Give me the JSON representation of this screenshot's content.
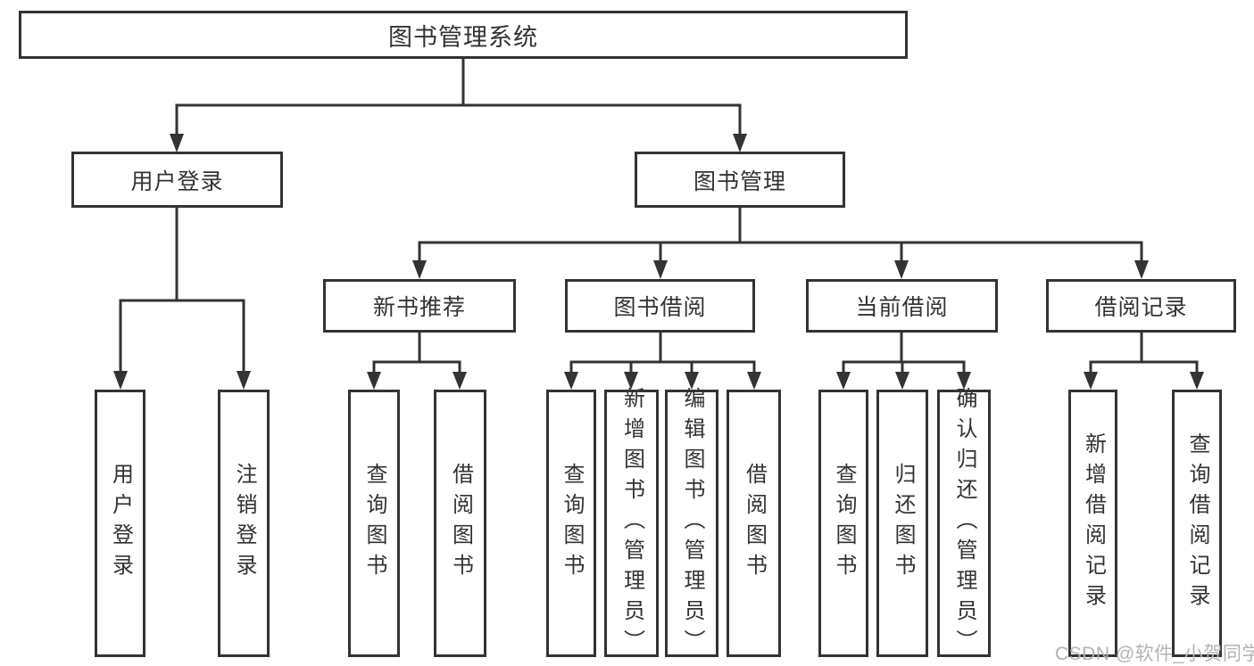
{
  "title": "图书管理系统",
  "watermark": "CSDN @软件_小贺同学",
  "colors": {
    "line": "#333333",
    "box_border": "#333333",
    "text": "#333333",
    "background": "#ffffff",
    "watermark": "#b3b3b3"
  },
  "tree": {
    "root": "图书管理系统",
    "branches": [
      {
        "label": "用户登录",
        "children": [
          "用户登录",
          "注销登录"
        ]
      },
      {
        "label": "图书管理",
        "children": [
          {
            "label": "新书推荐",
            "children": [
              "查询图书",
              "借阅图书"
            ]
          },
          {
            "label": "图书借阅",
            "children": [
              "查询图书",
              "新增图书（管理员）",
              "编辑图书（管理员）",
              "借阅图书"
            ]
          },
          {
            "label": "当前借阅",
            "children": [
              "查询图书",
              "归还图书",
              "确认归还（管理员）"
            ]
          },
          {
            "label": "借阅记录",
            "children": [
              "新增借阅记录",
              "查询借阅记录"
            ]
          }
        ]
      }
    ]
  }
}
